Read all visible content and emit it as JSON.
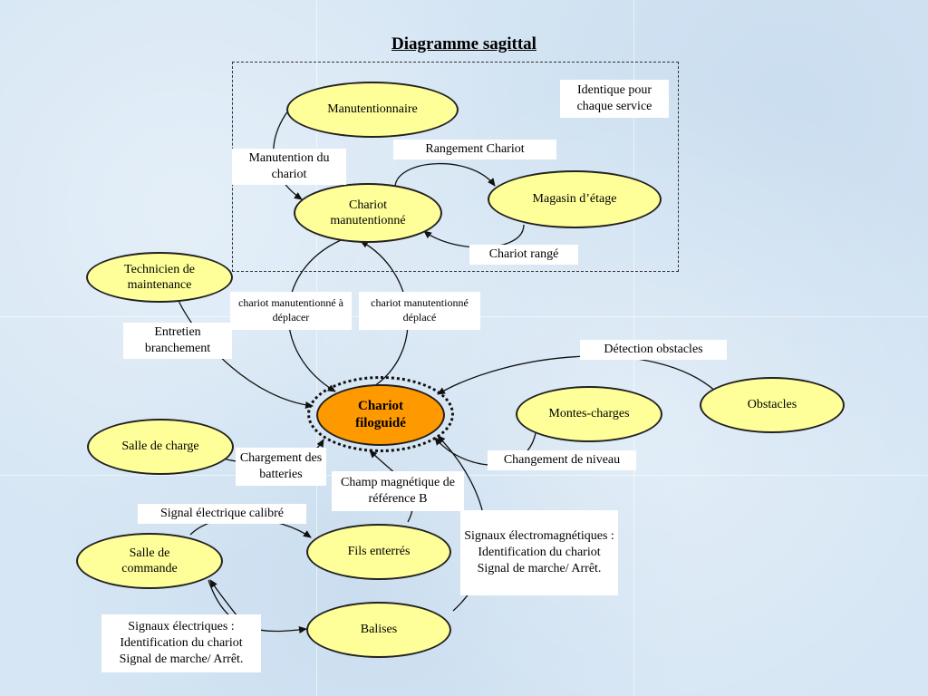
{
  "title": "Diagramme sagittal",
  "nodes": {
    "manutentionnaire": "Manutentionnaire",
    "chariot_manutentionne": "Chariot manutentionné",
    "magasin_etage": "Magasin d’étage",
    "technicien": "Technicien de maintenance",
    "chariot_filoguide": "Chariot filoguidé",
    "montes_charges": "Montes-charges",
    "obstacles": "Obstacles",
    "salle_charge": "Salle de charge",
    "salle_commande": "Salle de commande",
    "fils_enterres": "Fils enterrés",
    "balises": "Balises"
  },
  "labels": {
    "identique": "Identique pour chaque service",
    "manutention_chariot": "Manutention du chariot",
    "rangement_chariot": "Rangement Chariot",
    "chariot_range": "Chariot rangé",
    "a_deplacer": "chariot manutentionné à déplacer",
    "deplace": "chariot manutentionné déplacé",
    "entretien": "Entretien branchement",
    "detection": "Détection obstacles",
    "changement_niveau": "Changement de niveau",
    "chargement": "Chargement des batteries",
    "champ_magnetique": "Champ magnétique de référence B",
    "signal_calibre": "Signal électrique calibré",
    "signaux_em": "Signaux électromagnétiques : Identification du chariot Signal de marche/ Arrêt.",
    "signaux_elec": "Signaux électriques : Identification du chariot Signal de marche/ Arrêt."
  }
}
